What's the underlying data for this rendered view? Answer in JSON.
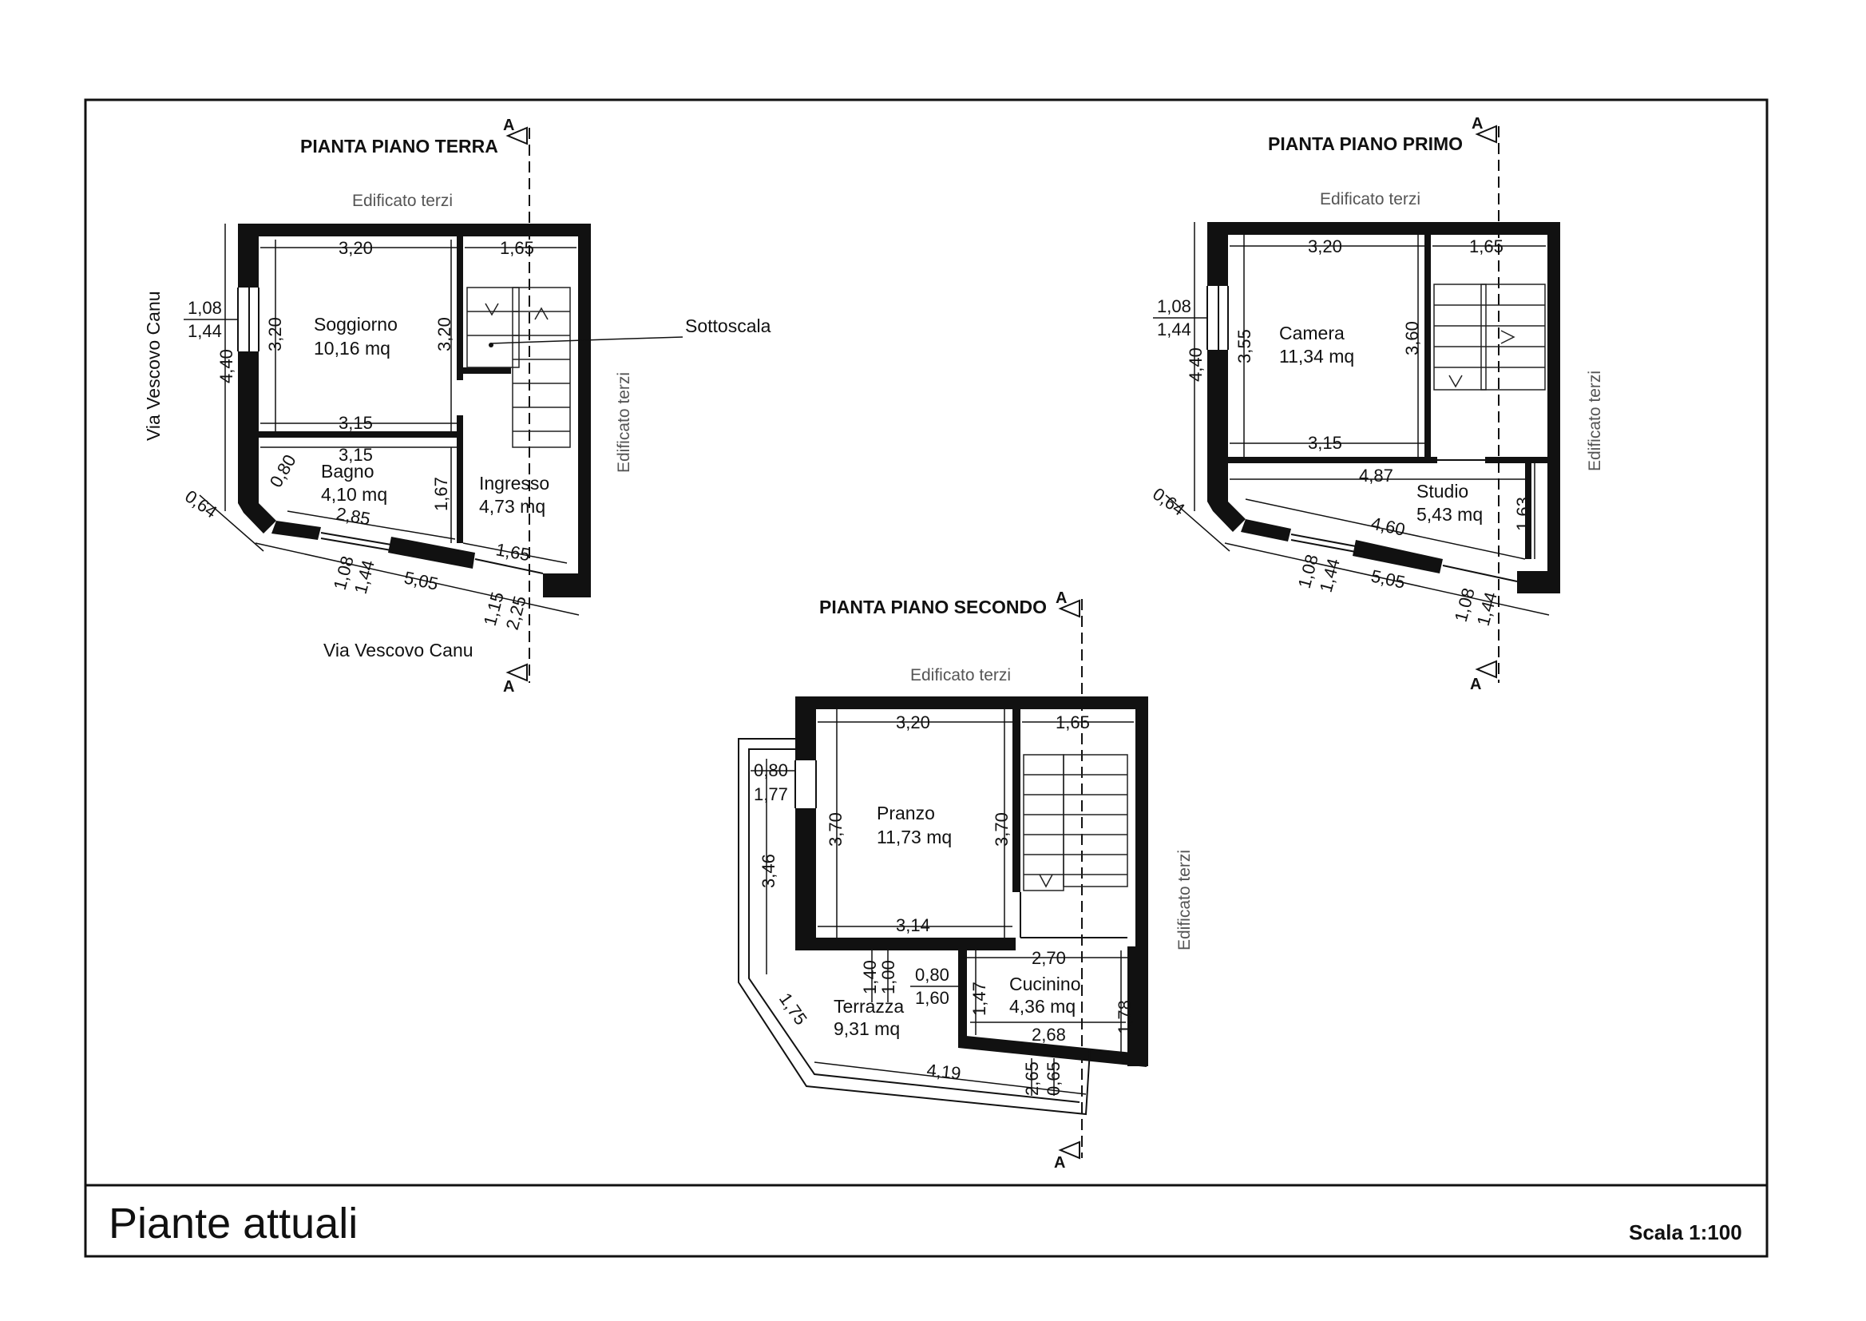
{
  "sheet": {
    "title": "Piante attuali",
    "scale": "Scala 1:100"
  },
  "section_marker": "A",
  "plans": {
    "terra": {
      "heading": "PIANTA PIANO TERRA",
      "edificato_top": "Edificato terzi",
      "edificato_side": "Edificato terzi",
      "street_left": "Via Vescovo Canu",
      "street_bottom": "Via Vescovo Canu",
      "callout": "Sottoscala",
      "rooms": [
        {
          "name": "Soggiorno",
          "area": "10,16 mq"
        },
        {
          "name": "Bagno",
          "area": "4,10 mq"
        },
        {
          "name": "Ingresso",
          "area": "4,73 mq"
        }
      ],
      "dims": {
        "top_left": "3,20",
        "top_right": "1,65",
        "left_h": "3,20",
        "mid_h": "3,20",
        "bottom_soggiorno": "3,15",
        "top_bagno": "3,15",
        "outer_left": "4,40",
        "window_a": "1,08",
        "window_b": "1,44",
        "bagno_side": "0,80",
        "bagno_diag": "2,85",
        "ingresso_h": "1,67",
        "ingresso_bottom": "1,65",
        "corner": "0,64",
        "bottom_win_a": "1,08",
        "bottom_win_b": "1,44",
        "bottom_total": "5,05",
        "door_a": "1,15",
        "door_b": "2,25"
      }
    },
    "primo": {
      "heading": "PIANTA PIANO PRIMO",
      "edificato_top": "Edificato terzi",
      "edificato_side": "Edificato terzi",
      "rooms": [
        {
          "name": "Camera",
          "area": "11,34 mq"
        },
        {
          "name": "Studio",
          "area": "5,43 mq"
        }
      ],
      "dims": {
        "top_left": "3,20",
        "top_right": "1,65",
        "left_h": "3,55",
        "mid_h": "3,60",
        "bottom_camera": "3,15",
        "studio_top": "4,87",
        "studio_diag": "4,60",
        "studio_h": "1,63",
        "outer_left": "4,40",
        "window_a": "1,08",
        "window_b": "1,44",
        "corner": "0,64",
        "bottom_win_a": "1,08",
        "bottom_win_b": "1,44",
        "bottom_total": "5,05",
        "right_win_a": "1,08",
        "right_win_b": "1,44"
      }
    },
    "secondo": {
      "heading": "PIANTA PIANO SECONDO",
      "edificato_top": "Edificato terzi",
      "edificato_side": "Edificato terzi",
      "rooms": [
        {
          "name": "Pranzo",
          "area": "11,73 mq"
        },
        {
          "name": "Terrazza",
          "area": "9,31 mq"
        },
        {
          "name": "Cucinino",
          "area": "4,36 mq"
        }
      ],
      "dims": {
        "top_left": "3,20",
        "top_right": "1,65",
        "left_h": "3,70",
        "right_h": "3,70",
        "bottom_pranzo": "3,14",
        "opening_a": "0,80",
        "opening_b": "1,77",
        "terrace_left": "3,46",
        "terrace_diag": "1,75",
        "terrace_bottom": "4,19",
        "step_a": "1,40",
        "step_b": "1,00",
        "door_a": "0,80",
        "door_b": "1,60",
        "cucinino_top": "2,70",
        "cucinino_left": "1,47",
        "cucinino_right": "1,78",
        "cucinino_bottom": "2,68",
        "end_a": "2,65",
        "end_b": "0,65"
      }
    }
  }
}
